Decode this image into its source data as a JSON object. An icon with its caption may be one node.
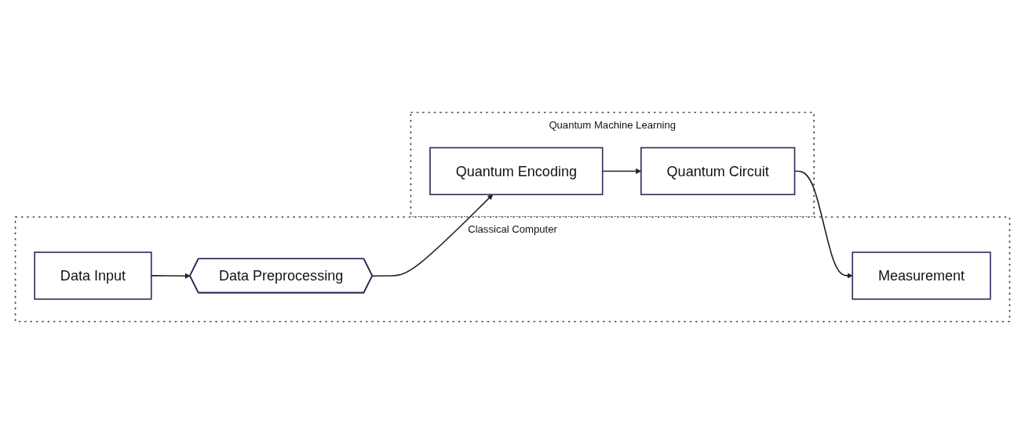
{
  "diagram": {
    "nodes": [
      {
        "text": [
          "Classical Computer"
        ]
      },
      {
        "text": [
          "Data Input"
        ],
        "in": 0
      },
      {
        "text": [
          "Data Preprocessing"
        ],
        "in": 0
      },
      {
        "text": [
          "Measurement"
        ],
        "in": 0
      },
      {
        "text": [
          "Quantum Machine Learning"
        ]
      },
      {
        "text": [
          "Quantum Encoding"
        ],
        "in": 4
      },
      {
        "text": [
          "Quantum Circuit"
        ],
        "in": 4
      }
    ],
    "edges": [
      {
        "from": 1,
        "to": 2,
        "arrow": "to"
      },
      {
        "from": 2,
        "to": 5,
        "arrow": "to"
      },
      {
        "from": 5,
        "to": 6,
        "arrow": "to"
      },
      {
        "from": 6,
        "to": 3,
        "arrow": "to"
      }
    ]
  }
}
